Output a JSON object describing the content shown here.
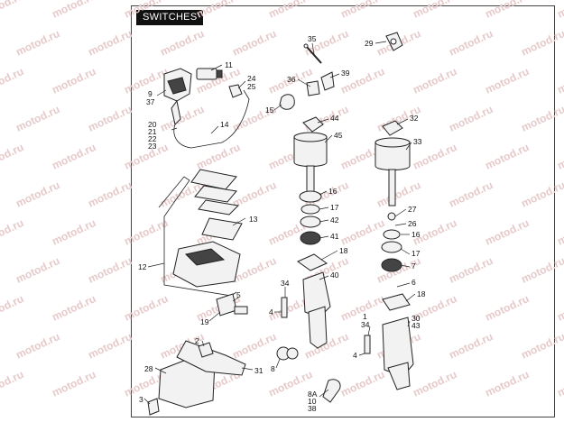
{
  "title": "SWITCHES",
  "watermark": "motod.ru",
  "callouts": {
    "c11": "11",
    "c9": "9",
    "c37": "37",
    "c24": "24",
    "c25": "25",
    "c14": "14",
    "c20": "20",
    "c21": "21",
    "c22": "22",
    "c23": "23",
    "c35": "35",
    "c29": "29",
    "c36": "36",
    "c39": "39",
    "c15": "15",
    "c44": "44",
    "c45": "45",
    "c32": "32",
    "c33": "33",
    "c16a": "16",
    "c17a": "17",
    "c42": "42",
    "c41": "41",
    "c18a": "18",
    "c40": "40",
    "c27": "27",
    "c26": "26",
    "c16b": "16",
    "c17b": "17",
    "c7": "7",
    "c6": "6",
    "c18b": "18",
    "c13": "13",
    "c12": "12",
    "c5": "5",
    "c19": "19",
    "c34a": "34",
    "c4a": "4",
    "c1": "1",
    "c34b": "34",
    "c30": "30",
    "c43": "43",
    "c4b": "4",
    "c8": "8",
    "c2": "2",
    "c28": "28",
    "c31": "31",
    "c3": "3",
    "c8A": "8A",
    "c10": "10",
    "c38": "38"
  },
  "colors": {
    "ink": "#222222",
    "watermark": "#e7c9c9",
    "badge": "#111111"
  }
}
